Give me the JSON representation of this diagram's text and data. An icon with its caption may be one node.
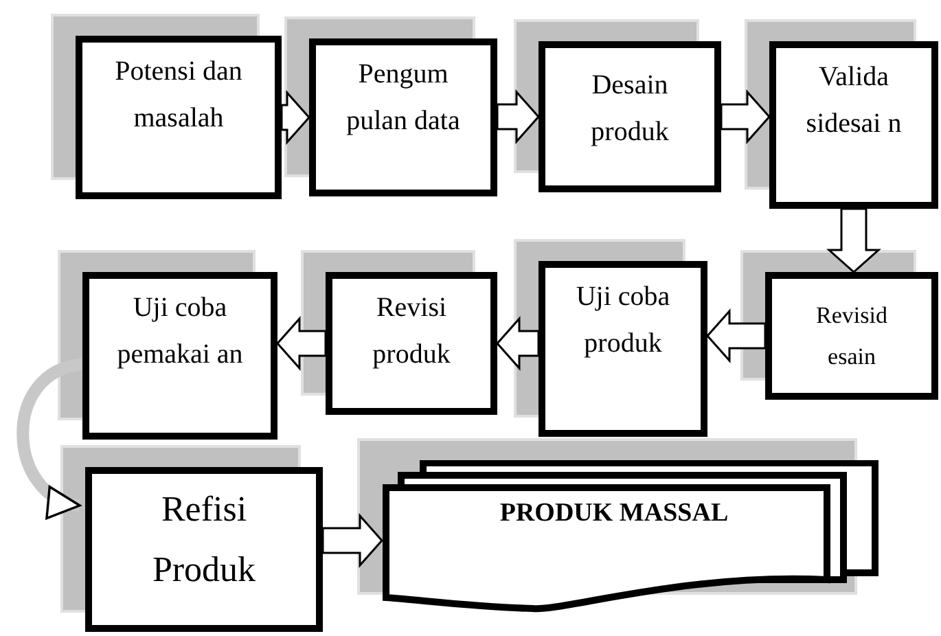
{
  "diagram": {
    "nodes": [
      {
        "text": [
          "Potensi dan masalah"
        ]
      },
      {
        "text": [
          "Pengum pulan data"
        ]
      },
      {
        "text": [
          "Desain produk"
        ]
      },
      {
        "text": [
          "Valida sidesai n"
        ]
      },
      {
        "text": [
          "Revisid esain"
        ]
      },
      {
        "text": [
          "Uji coba produk"
        ]
      },
      {
        "text": [
          "Revisi produk"
        ]
      },
      {
        "text": [
          "Uji coba pemakai an"
        ]
      },
      {
        "text": [
          "Refisi Produk"
        ]
      },
      {
        "text": [
          "PRODUK MASSAL"
        ]
      }
    ],
    "edges": [
      {
        "from": 0,
        "to": 1,
        "arrow": "to"
      },
      {
        "from": 1,
        "to": 2,
        "arrow": "to"
      },
      {
        "from": 2,
        "to": 3,
        "arrow": "to"
      },
      {
        "from": 3,
        "to": 4,
        "arrow": "to"
      },
      {
        "from": 4,
        "to": 5,
        "arrow": "to"
      },
      {
        "from": 5,
        "to": 6,
        "arrow": "to"
      },
      {
        "from": 6,
        "to": 7,
        "arrow": "to"
      },
      {
        "from": 7,
        "to": 8,
        "arrow": "to"
      },
      {
        "from": 8,
        "to": 9,
        "arrow": "to"
      }
    ]
  }
}
